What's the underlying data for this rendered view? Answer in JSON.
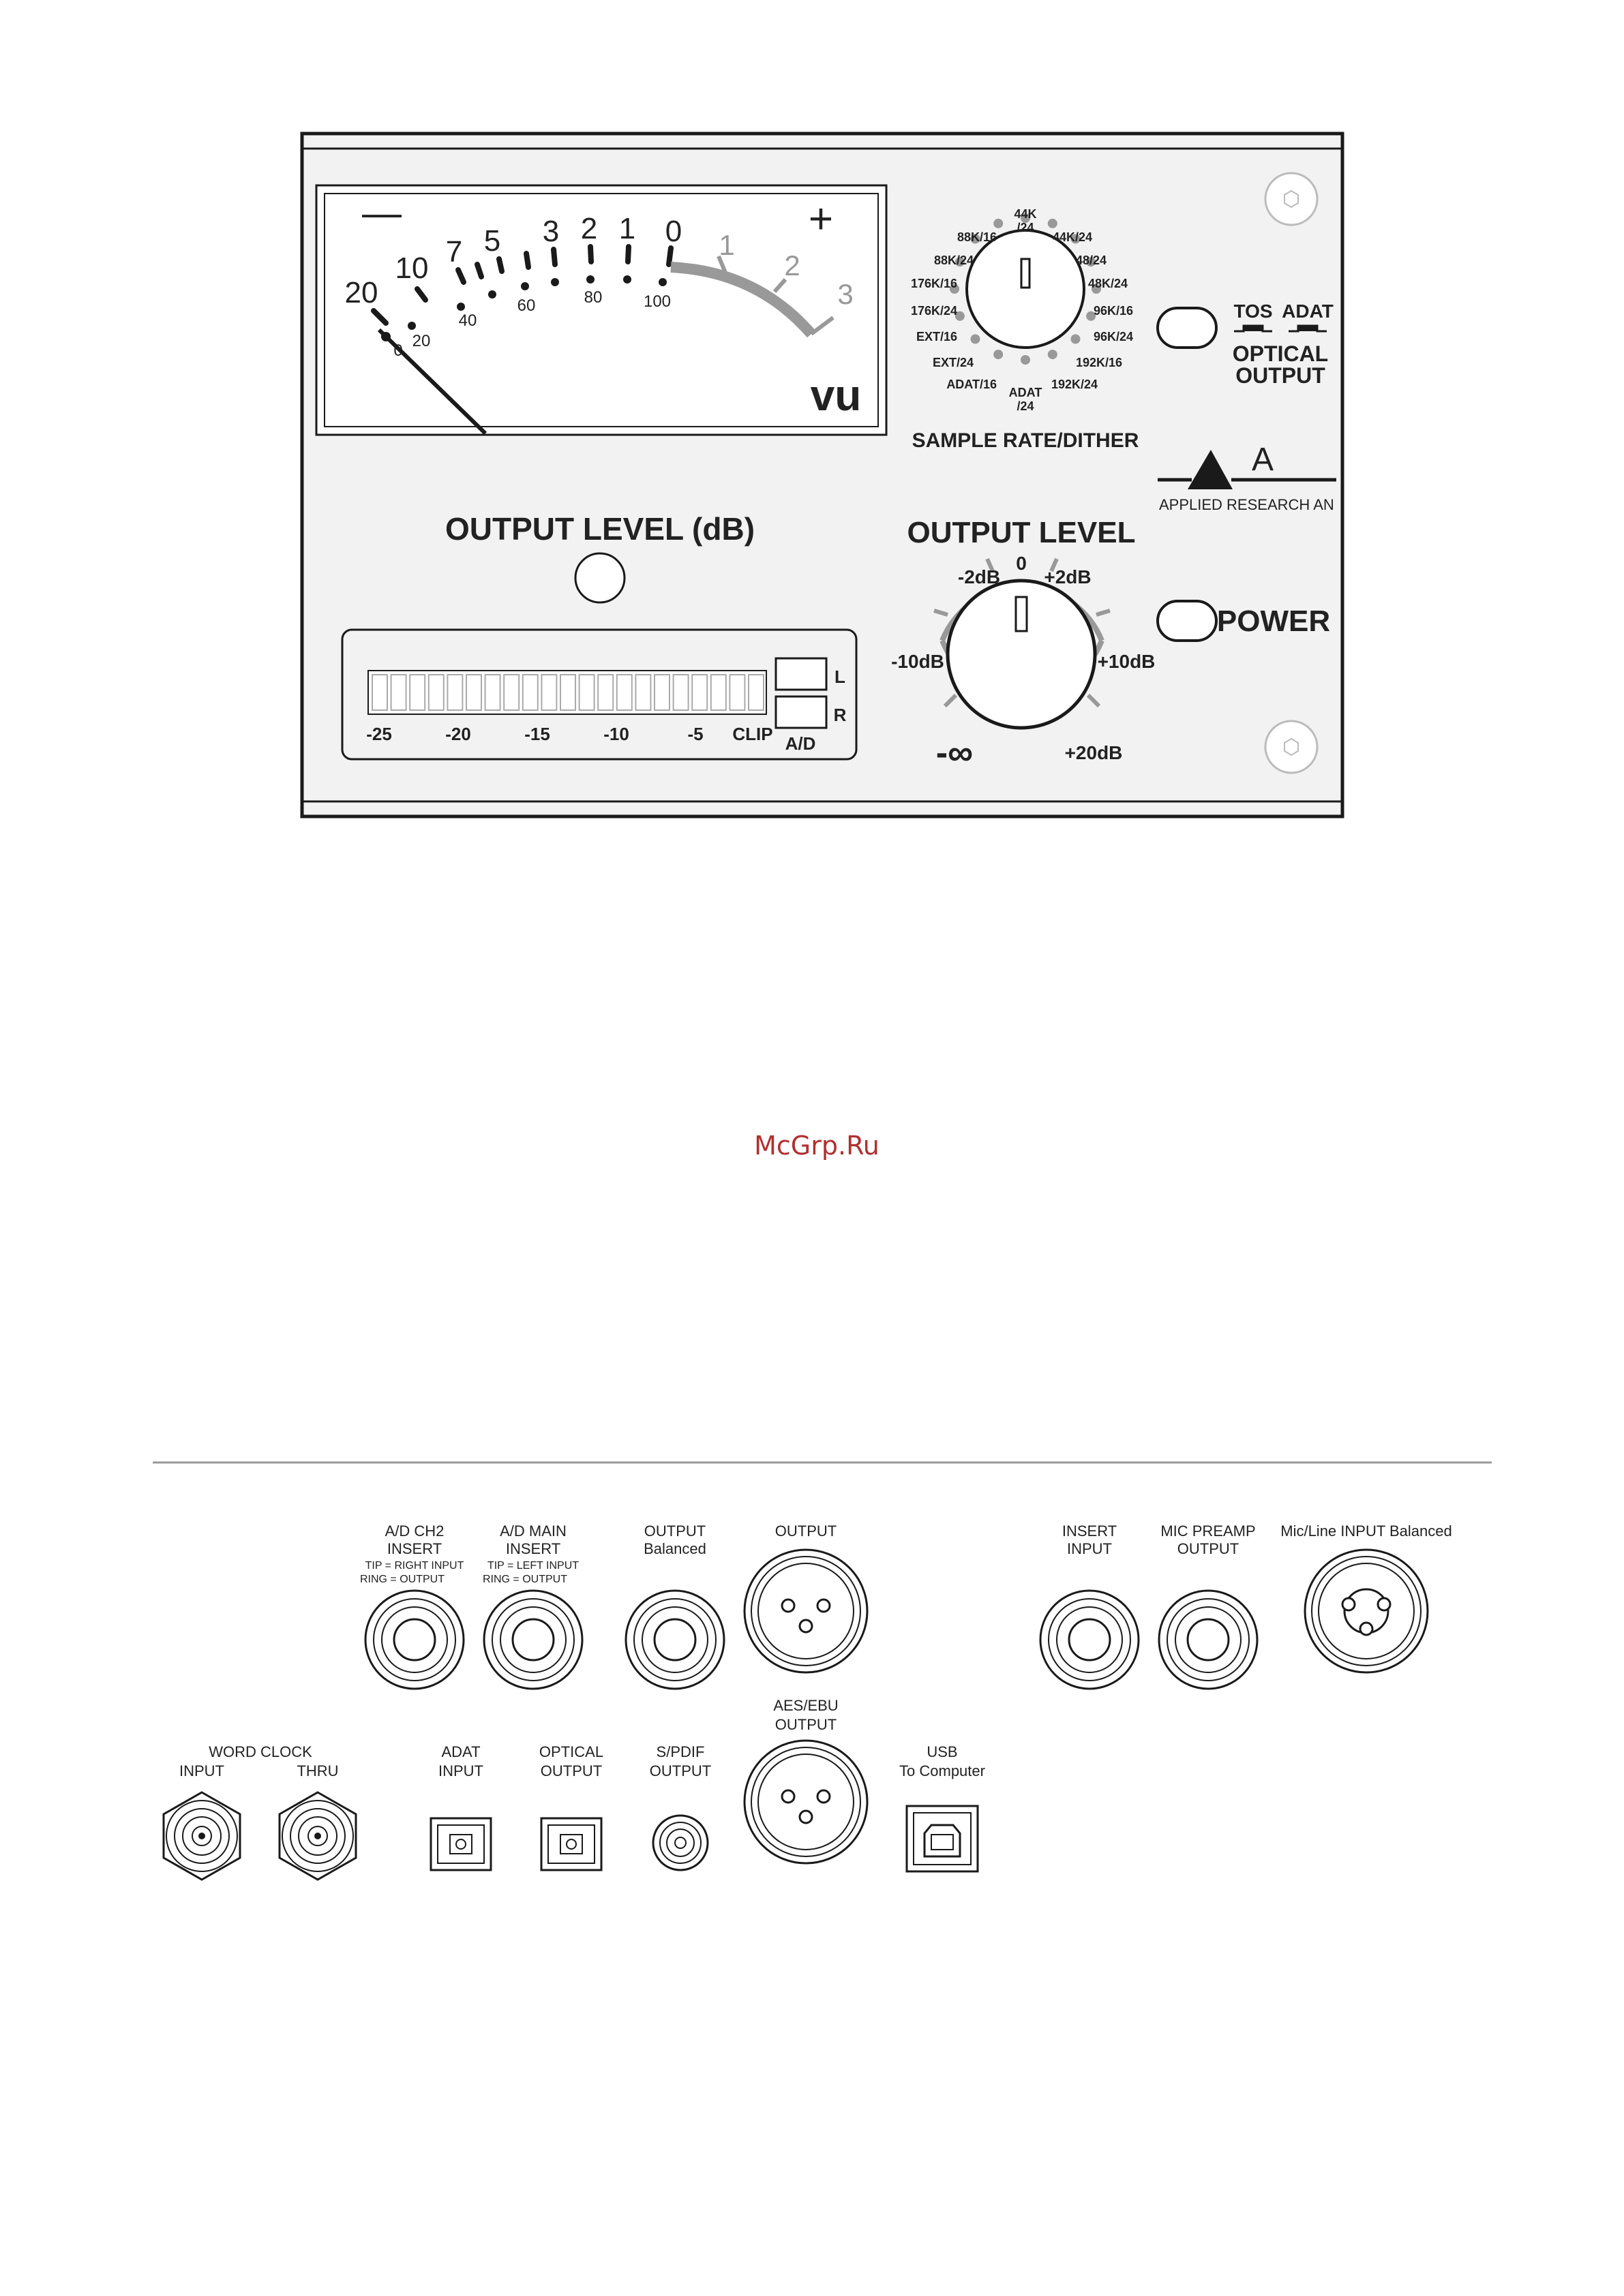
{
  "front_panel": {
    "vu_meter": {
      "minus_sign": "—",
      "plus_sign": "+",
      "db_scale": [
        "20",
        "10",
        "7",
        "5",
        "3",
        "2",
        "1",
        "0"
      ],
      "red_scale": [
        "1",
        "2",
        "3"
      ],
      "percent_scale": [
        "0",
        "20",
        "40",
        "60",
        "80",
        "100"
      ],
      "unit_label": "vu"
    },
    "sample_rate_dither": {
      "title": "SAMPLE RATE/DITHER",
      "positions": [
        "44K/24",
        "44K/24",
        "48/24",
        "48K/24",
        "96K/16",
        "96K/24",
        "192K/16",
        "192K/24",
        "ADAT/24",
        "ADAT/16",
        "EXT/24",
        "EXT/16",
        "176K/24",
        "176K/16",
        "88K/24",
        "88K/16"
      ],
      "top_label_line1": "44K",
      "top_label_line2": "/24",
      "bottom_label_line1": "ADAT",
      "bottom_label_line2": "/24"
    },
    "optical_output": {
      "tos_label": "TOS",
      "adat_label": "ADAT",
      "title_line1": "OPTICAL",
      "title_line2": "OUTPUT"
    },
    "logo": {
      "letter": "A",
      "text": "APPLIED RESEARCH AN"
    },
    "output_level_db": {
      "title": "OUTPUT LEVEL (dB)"
    },
    "led_meter": {
      "scale": [
        "-25",
        "-20",
        "-15",
        "-10",
        "-5",
        "CLIP"
      ],
      "channel_l": "L",
      "channel_r": "R",
      "ad_label": "A/D"
    },
    "output_level_knob": {
      "title": "OUTPUT LEVEL",
      "marks": [
        "0",
        "-2dB",
        "+2dB",
        "-10dB",
        "+10dB",
        "-∞",
        "+20dB"
      ]
    },
    "power": {
      "label": "POWER"
    }
  },
  "watermark": "McGrp.Ru",
  "rear_panel": {
    "ad_ch2_insert": {
      "line1": "A/D CH2",
      "line2": "INSERT",
      "line3": "TIP = RIGHT INPUT",
      "line4": "RING = OUTPUT"
    },
    "ad_main_insert": {
      "line1": "A/D MAIN",
      "line2": "INSERT",
      "line3": "TIP = LEFT INPUT",
      "line4": "RING = OUTPUT"
    },
    "output_balanced": {
      "line1": "OUTPUT",
      "line2": "Balanced"
    },
    "output_xlr": {
      "line1": "OUTPUT"
    },
    "insert_input": {
      "line1": "INSERT",
      "line2": "INPUT"
    },
    "mic_preamp_output": {
      "line1": "MIC PREAMP",
      "line2": "OUTPUT"
    },
    "mic_line_input": {
      "line1": "Mic/Line  INPUT Balanced"
    },
    "word_clock": {
      "title": "WORD CLOCK",
      "input": "INPUT",
      "thru": "THRU"
    },
    "adat_input": {
      "line1": "ADAT",
      "line2": "INPUT"
    },
    "optical_output": {
      "line1": "OPTICAL",
      "line2": "OUTPUT"
    },
    "spdif_output": {
      "line1": "S/PDIF",
      "line2": "OUTPUT"
    },
    "aes_ebu_output": {
      "line1": "AES/EBU",
      "line2": "OUTPUT"
    },
    "usb": {
      "line1": "USB",
      "line2": "To Computer"
    }
  }
}
